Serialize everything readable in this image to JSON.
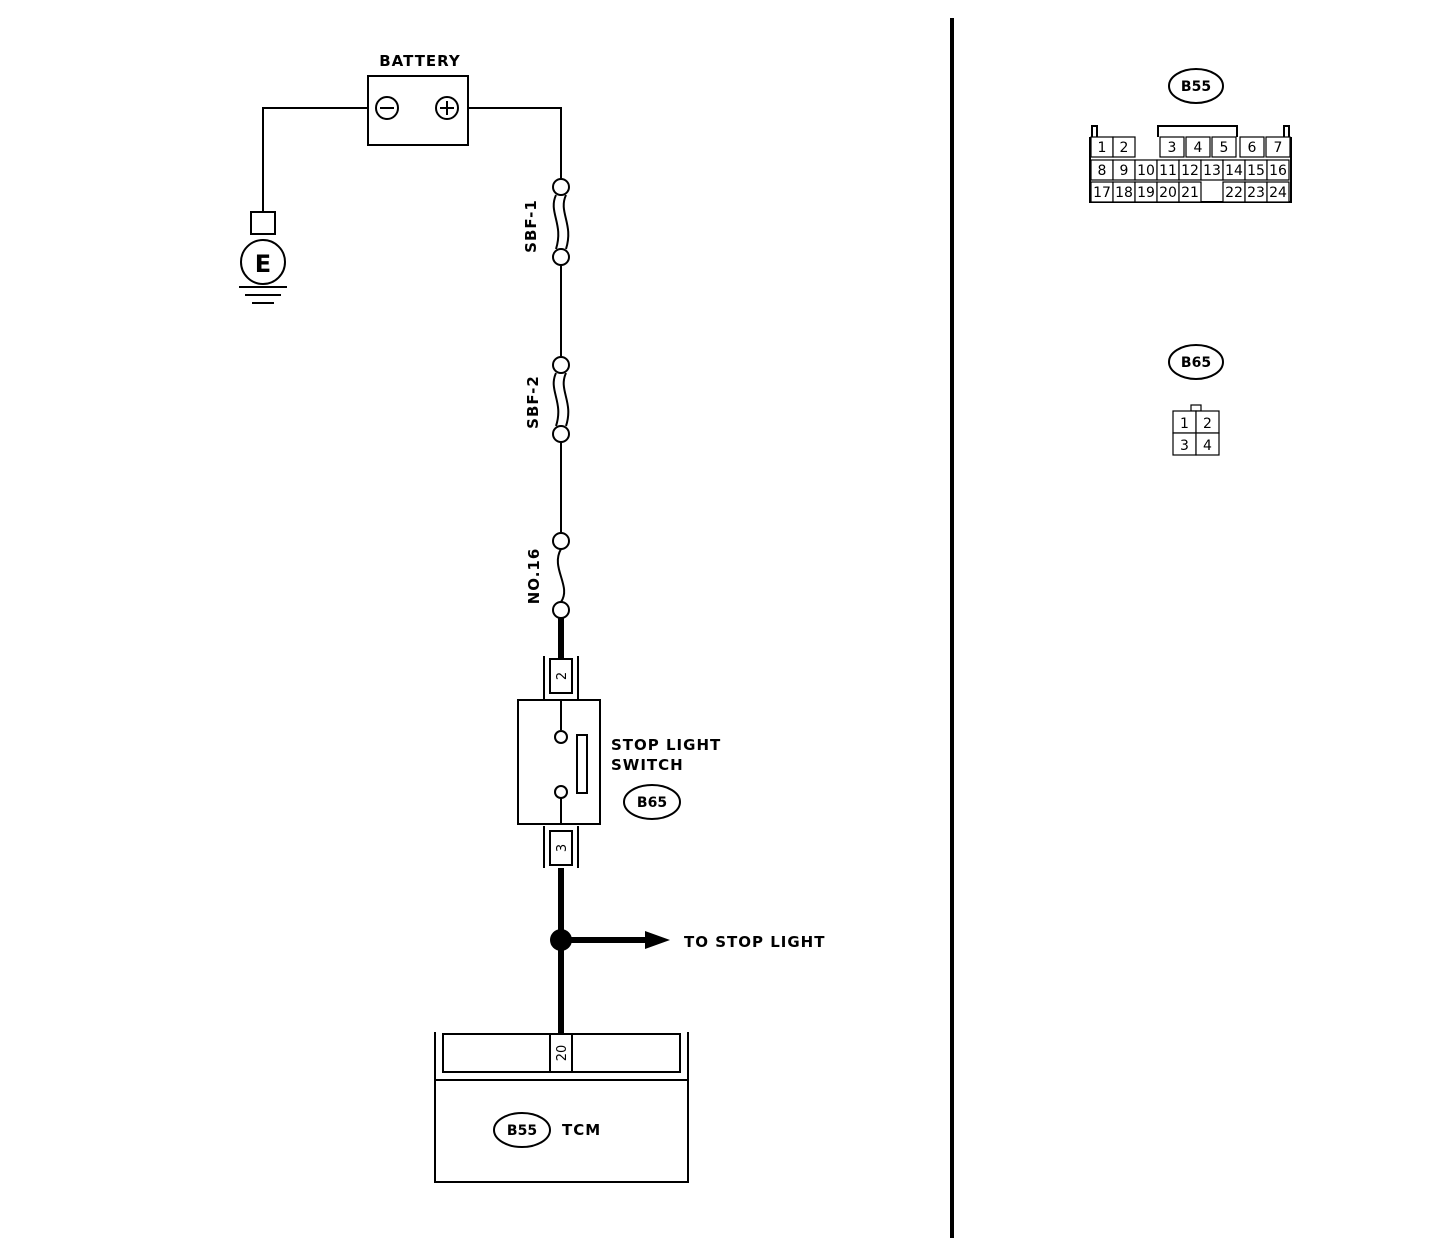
{
  "labels": {
    "battery": "BATTERY",
    "ground_symbol": "E",
    "fuse_sbf1": "SBF-1",
    "fuse_sbf2": "SBF-2",
    "fuse_no16": "NO.16",
    "stop_light_switch_line1": "STOP LIGHT",
    "stop_light_switch_line2": "SWITCH",
    "to_stop_light": "TO STOP LIGHT",
    "tcm": "TCM"
  },
  "connectors": {
    "b65": "B65",
    "b55": "B55"
  },
  "pins": {
    "switch_top": "2",
    "switch_bottom": "3",
    "tcm_pin": "20"
  },
  "connector_b55_pins": [
    "1",
    "2",
    "3",
    "4",
    "5",
    "6",
    "7",
    "8",
    "9",
    "10",
    "11",
    "12",
    "13",
    "14",
    "15",
    "16",
    "17",
    "18",
    "19",
    "20",
    "21",
    "22",
    "23",
    "24"
  ],
  "connector_b65_pins": [
    "1",
    "2",
    "3",
    "4"
  ]
}
